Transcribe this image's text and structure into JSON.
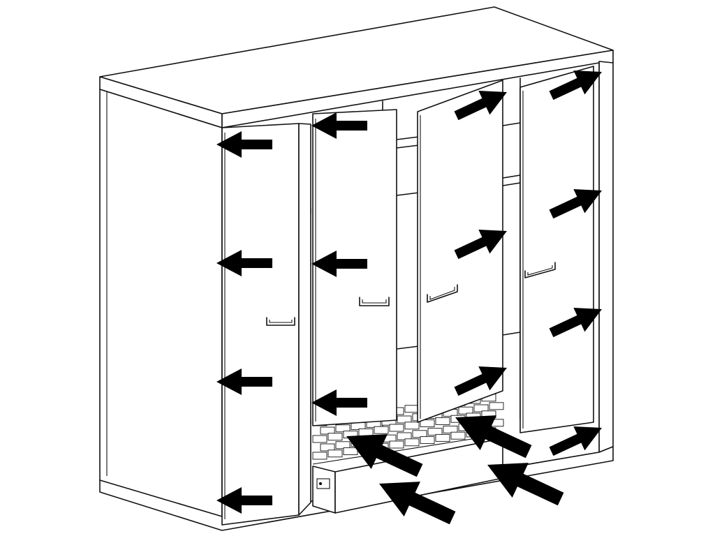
{
  "figure": {
    "subject": "wardrobe-cabinet",
    "colors": {
      "line": "#111111",
      "arrow": "#000000",
      "background": "#ffffff"
    },
    "doors": [
      {
        "id": "door-1",
        "open_direction": "left"
      },
      {
        "id": "door-2",
        "open_direction": "left"
      },
      {
        "id": "door-3",
        "open_direction": "right"
      },
      {
        "id": "door-4",
        "open_direction": "right"
      }
    ],
    "drawer": {
      "id": "bottom-drawer",
      "action": "push-in"
    }
  }
}
